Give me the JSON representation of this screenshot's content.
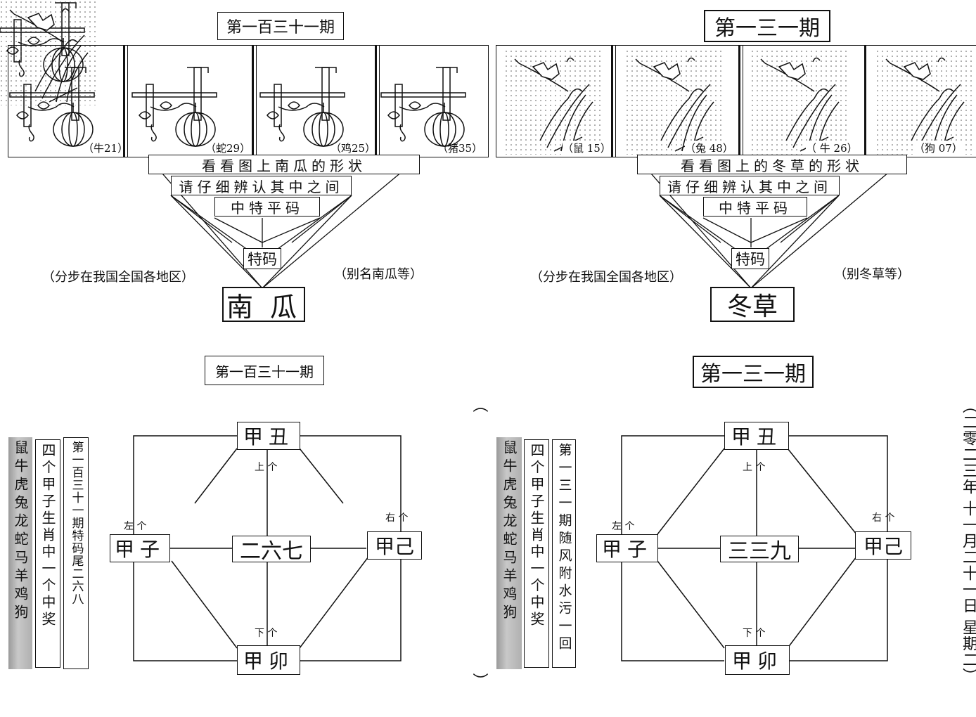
{
  "top_left": {
    "title": "第一百三十一期",
    "captions": [
      "（牛21）",
      "（蛇29）",
      "（鸡25）",
      "（猪35）"
    ],
    "line1": "看看图上南瓜的形状",
    "line2": "请仔细辨认其中之间",
    "line3": "中特平码",
    "special": "特码",
    "note_left": "（分步在我国全国各地区）",
    "note_right": "（别名南瓜等）",
    "answer": "南 瓜"
  },
  "top_right": {
    "title": "第一三一期",
    "captions": [
      "（鼠 15）",
      "（兔 48）",
      "（ 牛 26）",
      "（狗 07）"
    ],
    "line1": "看看图上的冬草的形状",
    "line2": "请仔细辨认其中之间",
    "line3": "中特平码",
    "special": "特码",
    "note_left": "（分步在我国全国各地区）",
    "note_right": "（别冬草等）",
    "answer": "冬草"
  },
  "bottom_left": {
    "title": "第一百三十一期",
    "zodiac": "鼠牛虎兔龙蛇马羊鸡狗",
    "hint": "四个甲子生肖中一个中奖",
    "tail": "第一百三十一期特码尾二六八",
    "top_node": "甲丑",
    "left_node": "甲子",
    "right_node": "甲己",
    "bottom_node": "甲卯",
    "center": "二六七",
    "up": "上 个",
    "left_lbl": "左 个",
    "right_lbl": "右 个",
    "down": "下 个"
  },
  "bottom_right": {
    "title": "第一三一期",
    "zodiac": "鼠牛虎兔龙蛇马羊鸡狗",
    "hint": "四个甲子生肖中一个中奖",
    "tail": "第一三一期随风附水污一回",
    "top_node": "甲丑",
    "left_node": "甲子",
    "right_node": "甲己",
    "bottom_node": "甲卯",
    "center": "三三九",
    "up": "上 个",
    "left_lbl": "左 个",
    "right_lbl": "右 个",
    "down": "下 个"
  },
  "side_date": "（二零二三年 十一月二十一日 星期二）",
  "side_paren_open": "（",
  "side_paren_close": "）"
}
